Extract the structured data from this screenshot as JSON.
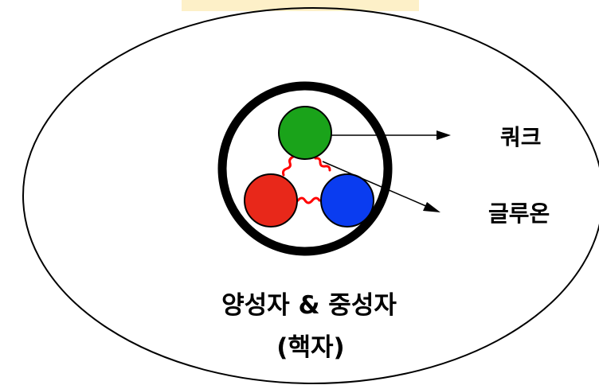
{
  "labels": {
    "quark": "쿼크",
    "gluon": "글루온",
    "nucleon": "양성자 & 중성자",
    "nucleus": "(핵자)"
  },
  "colors": {
    "background": "#ffffff",
    "top_highlight": "#fdf0c8",
    "quark_green": "#1aa31a",
    "quark_red": "#e8281a",
    "quark_blue": "#0a3cf0",
    "gluon": "#ff0000",
    "outline": "#000000"
  }
}
